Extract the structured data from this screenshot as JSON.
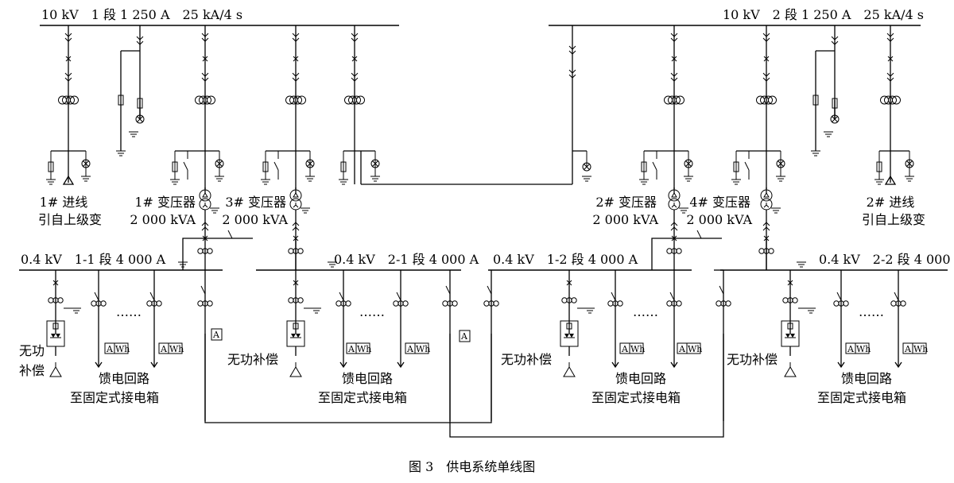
{
  "diagram": {
    "buses": {
      "hv1": "10 kV　1 段 1 250 A　25 kA/4 s",
      "hv2": "10 kV　2 段 1 250 A　25 kA/4 s",
      "lv11": "0.4 kV　1-1 段 4 000 A",
      "lv21": "0.4 kV　2-1 段 4 000 A",
      "lv12": "0.4 kV　1-2 段 4 000 A",
      "lv22": "0.4 kV　2-2 段 4 000 A"
    },
    "incoming1": [
      "1# 进线",
      "引自上级变"
    ],
    "incoming2": [
      "2# 进线",
      "引自上级变"
    ],
    "transformers": [
      {
        "name": "1# 变压器",
        "capacity": "2 000 kVA"
      },
      {
        "name": "3# 变压器",
        "capacity": "2 000 kVA"
      },
      {
        "name": "2# 变压器",
        "capacity": "2 000 kVA"
      },
      {
        "name": "4# 变压器",
        "capacity": "2 000 kVA"
      }
    ],
    "compensation_split": [
      "无功",
      "补偿"
    ],
    "compensation": "无功补偿",
    "feeder": [
      "馈电回路",
      "至固定式接电箱"
    ],
    "dots": "……",
    "meter_a": "A",
    "meter_wh": "Wh",
    "caption": "图 3　供电系统单线图"
  }
}
